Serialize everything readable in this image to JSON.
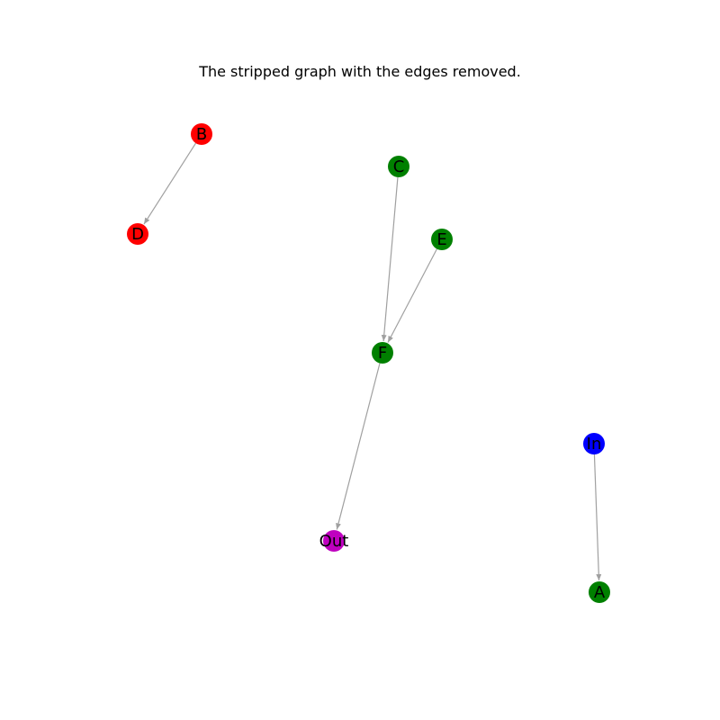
{
  "title": "The stripped graph with the edges removed.",
  "colors": {
    "red": "#ff0000",
    "green": "#008000",
    "blue": "#0000ff",
    "magenta": "#bf00bf",
    "edge": "#a0a0a0"
  },
  "nodes": [
    {
      "id": "B",
      "label": "B",
      "color": "red"
    },
    {
      "id": "D",
      "label": "D",
      "color": "red"
    },
    {
      "id": "C",
      "label": "C",
      "color": "green"
    },
    {
      "id": "E",
      "label": "E",
      "color": "green"
    },
    {
      "id": "F",
      "label": "F",
      "color": "green"
    },
    {
      "id": "In",
      "label": "In",
      "color": "blue"
    },
    {
      "id": "Out",
      "label": "Out",
      "color": "magenta"
    },
    {
      "id": "A",
      "label": "A",
      "color": "green"
    }
  ],
  "edges": [
    {
      "from": "B",
      "to": "D"
    },
    {
      "from": "C",
      "to": "F"
    },
    {
      "from": "E",
      "to": "F"
    },
    {
      "from": "F",
      "to": "Out"
    },
    {
      "from": "In",
      "to": "A"
    }
  ]
}
